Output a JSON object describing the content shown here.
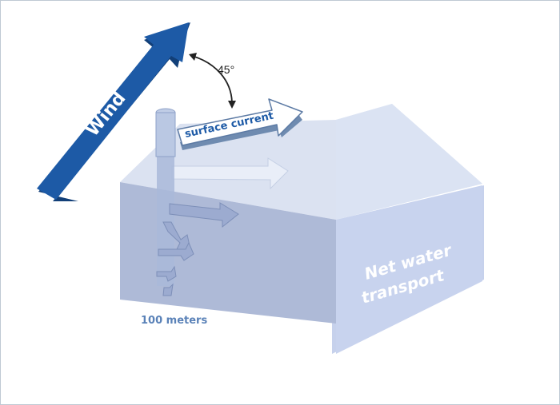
{
  "labels": {
    "wind": "Wind",
    "surface_current": "surface current",
    "angle": "45°",
    "net_water_transport_line1": "Net water",
    "net_water_transport_line2": "transport",
    "depth": "100 meters"
  },
  "colors": {
    "frame_border": "#bfc9d3",
    "wind_arrow": "#1d5aa6",
    "wind_arrow_dark": "#123f78",
    "water_light": "#d4dcef",
    "water_front": "#b3bfdc",
    "water_deep": "#a6b3d2",
    "transport_arrow": "#c6d1ec",
    "column": "#a6b7d8",
    "surface_arrow_fill": "#ffffff",
    "surface_arrow_edge": "#5c7aa4"
  }
}
